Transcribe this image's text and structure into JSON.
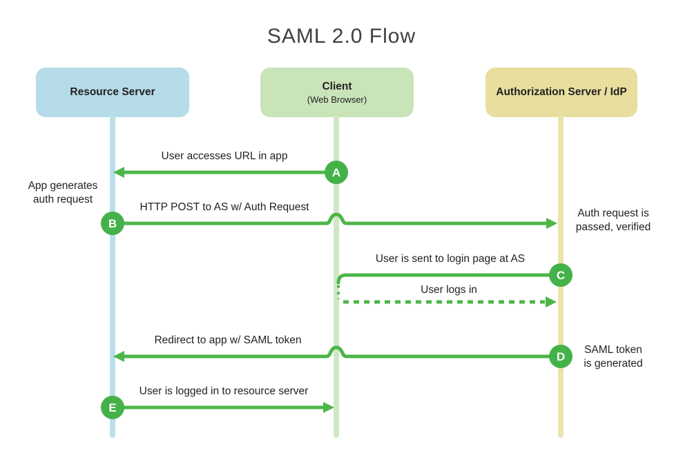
{
  "title": "SAML 2.0 Flow",
  "colors": {
    "arrow_green": "#4cb648",
    "badge_green": "#45b149",
    "resource_fill": "#b5dce8",
    "resource_line": "#badfe9",
    "client_fill": "#c8e4b8",
    "client_line": "#cfe8c3",
    "idp_fill": "#e8df9f",
    "idp_line": "#ece4ad",
    "text": "#242021",
    "title": "#3f3e40"
  },
  "lanes": {
    "resource": {
      "title": "Resource Server"
    },
    "client": {
      "title": "Client",
      "subtitle": "(Web Browser)"
    },
    "idp": {
      "title": "Authorization Server / IdP"
    }
  },
  "messages": {
    "a": {
      "letter": "A",
      "label": "User accesses URL in app"
    },
    "b": {
      "letter": "B",
      "label": "HTTP POST to AS w/ Auth Request"
    },
    "c": {
      "letter": "C",
      "label": "User is sent to login page at AS"
    },
    "login": {
      "label": "User logs in"
    },
    "d": {
      "letter": "D",
      "label": "Redirect to app w/ SAML token"
    },
    "e": {
      "letter": "E",
      "label": "User is logged in to resource server"
    }
  },
  "notes": {
    "app_generates": [
      "App generates",
      "auth request"
    ],
    "auth_passed": [
      "Auth request is",
      "passed, verified"
    ],
    "saml_generated": [
      "SAML token",
      "is generated"
    ]
  }
}
